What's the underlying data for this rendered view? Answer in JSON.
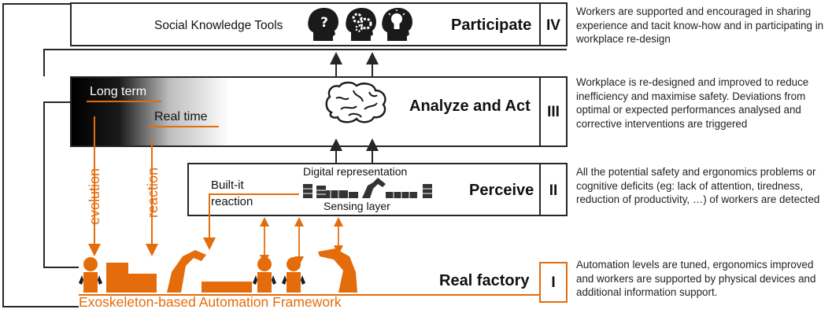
{
  "colors": {
    "accent": "#E46C0A",
    "frame": "#262626",
    "text": "#222222"
  },
  "levels": [
    {
      "numeral": "IV",
      "title": "Participate",
      "left_label": "Social Knowledge Tools",
      "icons": [
        "question-head-icon",
        "gears-head-icon",
        "lightbulb-head-icon"
      ],
      "description": "Workers are supported and encouraged in sharing experience and tacit know-how and in participating in workplace re-design"
    },
    {
      "numeral": "III",
      "title": "Analyze and Act",
      "labels": {
        "long_term": "Long term",
        "real_time": "Real time"
      },
      "icons": [
        "brain-icon"
      ],
      "description": "Workplace is re-designed and improved to reduce inefficiency and maximise safety. Deviations from optimal or expected performances analysed and corrective interventions are triggered"
    },
    {
      "numeral": "II",
      "title": "Perceive",
      "labels": {
        "digital_representation": "Digital representation",
        "sensing_layer": "Sensing layer",
        "built_in_line1": "Built-it",
        "built_in_line2": "reaction"
      },
      "icons": [
        "digital-factory-icon"
      ],
      "description": "All the potential safety and ergonomics problems or cognitive deficits (eg: lack of attention, tiredness, reduction of productivity, …) of workers are detected"
    },
    {
      "numeral": "I",
      "title": "Real factory",
      "bottom_label": "Exoskeleton-based Automation Framework",
      "icons": [
        "worker-icon",
        "robot-arm-icon",
        "machine-icon"
      ],
      "description": "Automation levels are tuned, ergonomics improved and workers are supported by physical devices and additional information support."
    }
  ],
  "feedback_labels": {
    "evolution": "evolution",
    "reaction": "reaction"
  }
}
